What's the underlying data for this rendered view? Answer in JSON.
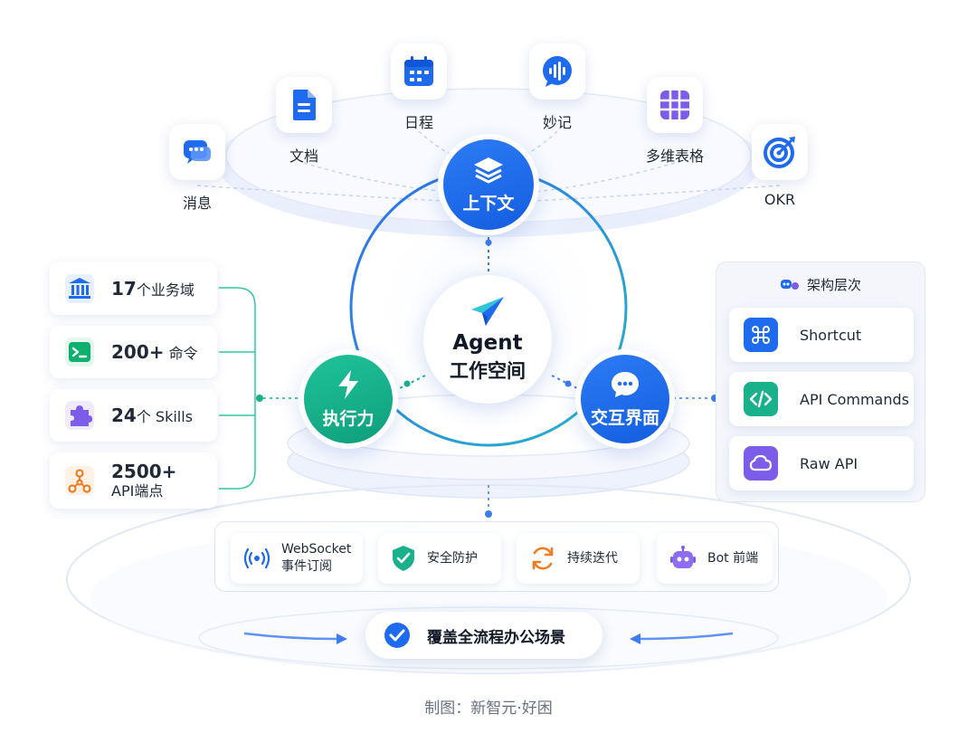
{
  "apps": [
    {
      "label": "消息",
      "icon": "chat-bubbles-icon"
    },
    {
      "label": "文档",
      "icon": "document-icon"
    },
    {
      "label": "日程",
      "icon": "calendar-icon"
    },
    {
      "label": "妙记",
      "icon": "audio-wave-icon"
    },
    {
      "label": "多维表格",
      "icon": "table-grid-icon"
    },
    {
      "label": "OKR",
      "icon": "target-icon"
    }
  ],
  "hub": {
    "context": "上下文",
    "execution": "执行力",
    "interaction": "交互界面",
    "center_title": "Agent",
    "center_subtitle": "工作空间"
  },
  "left_cards": [
    {
      "big": "17",
      "text": "个业务域",
      "icon": "bank-icon"
    },
    {
      "big": "200+",
      "text": " 命令",
      "icon": "terminal-icon"
    },
    {
      "big": "24",
      "text": "个 Skills",
      "icon": "puzzle-icon"
    },
    {
      "big": "2500+",
      "text": "API端点",
      "icon": "nodes-icon"
    }
  ],
  "architecture": {
    "title": "架构层次",
    "items": [
      {
        "label": "Shortcut",
        "icon": "command-icon"
      },
      {
        "label": "API Commands",
        "icon": "code-icon"
      },
      {
        "label": "Raw API",
        "icon": "cloud-icon"
      }
    ]
  },
  "bottom": [
    {
      "line1": "WebSocket",
      "line2": "事件订阅",
      "icon": "broadcast-icon"
    },
    {
      "line1": "安全防护",
      "line2": "",
      "icon": "shield-check-icon"
    },
    {
      "line1": "持续迭代",
      "line2": "",
      "icon": "refresh-icon"
    },
    {
      "line1": "Bot 前端",
      "line2": "",
      "icon": "robot-icon"
    }
  ],
  "coverage": "覆盖全流程办公场景",
  "credit": "制图：新智元·好困",
  "colors": {
    "primary_blue": "#1f6bf0",
    "teal": "#19b08c",
    "ring": "#3b7cf0",
    "purple": "#7c5ce8"
  }
}
